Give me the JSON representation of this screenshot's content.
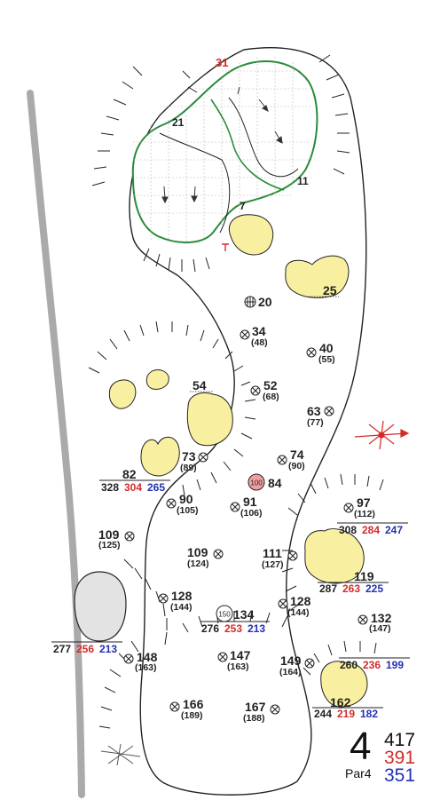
{
  "hole": {
    "number": "4",
    "par_label": "Par4",
    "yard_black": "417",
    "yard_red": "391",
    "yard_blue": "351"
  },
  "colors": {
    "fairway_line": "#222222",
    "green_line": "#2a8a3a",
    "bunker": "#f8f0a0",
    "water_path": "#aaaaaa",
    "red_tee": "#d42b2b",
    "blue_tee": "#2330b5"
  },
  "green": {
    "front_label": "7",
    "left_label": "21",
    "right_label": "11",
    "back_label": "31"
  },
  "markers": {
    "m20": "20",
    "m34": "34",
    "m34s": "(48)",
    "m40": "40",
    "m40s": "(55)",
    "m52": "52",
    "m52s": "(68)",
    "m54": "54",
    "m63": "63",
    "m63s": "(77)",
    "m73": "73",
    "m73s": "(89)",
    "m74": "74",
    "m74s": "(90)",
    "m82": "82",
    "m84": "84",
    "m100": "100",
    "m90": "90",
    "m90s": "(105)",
    "m91": "91",
    "m91s": "(106)",
    "m97": "97",
    "m97s": "(112)",
    "m109a": "109",
    "m109as": "(125)",
    "m109b": "109",
    "m109bs": "(124)",
    "m111": "111",
    "m111s": "(127)",
    "m119": "119",
    "m128a": "128",
    "m128as": "(144)",
    "m128b": "128",
    "m128bs": "(144)",
    "m134": "134",
    "m150": "150",
    "m132": "132",
    "m132s": "(147)",
    "m147": "147",
    "m147s": "(163)",
    "m148": "148",
    "m148s": "(163)",
    "m149": "149",
    "m149s": "(164)",
    "m162": "162",
    "m166": "166",
    "m166s": "(189)",
    "m167": "167",
    "m167s": "(188)",
    "m25": "25"
  },
  "tee_rows": {
    "r1": {
      "b": "328",
      "r": "304",
      "u": "265"
    },
    "r2": {
      "b": "308",
      "r": "284",
      "u": "247"
    },
    "r3": {
      "b": "287",
      "r": "263",
      "u": "225"
    },
    "r4": {
      "b": "276",
      "r": "253",
      "u": "213"
    },
    "r5": {
      "b": "277",
      "r": "256",
      "u": "213"
    },
    "r6": {
      "b": "260",
      "r": "236",
      "u": "199"
    },
    "r7": {
      "b": "244",
      "r": "219",
      "u": "182"
    }
  }
}
